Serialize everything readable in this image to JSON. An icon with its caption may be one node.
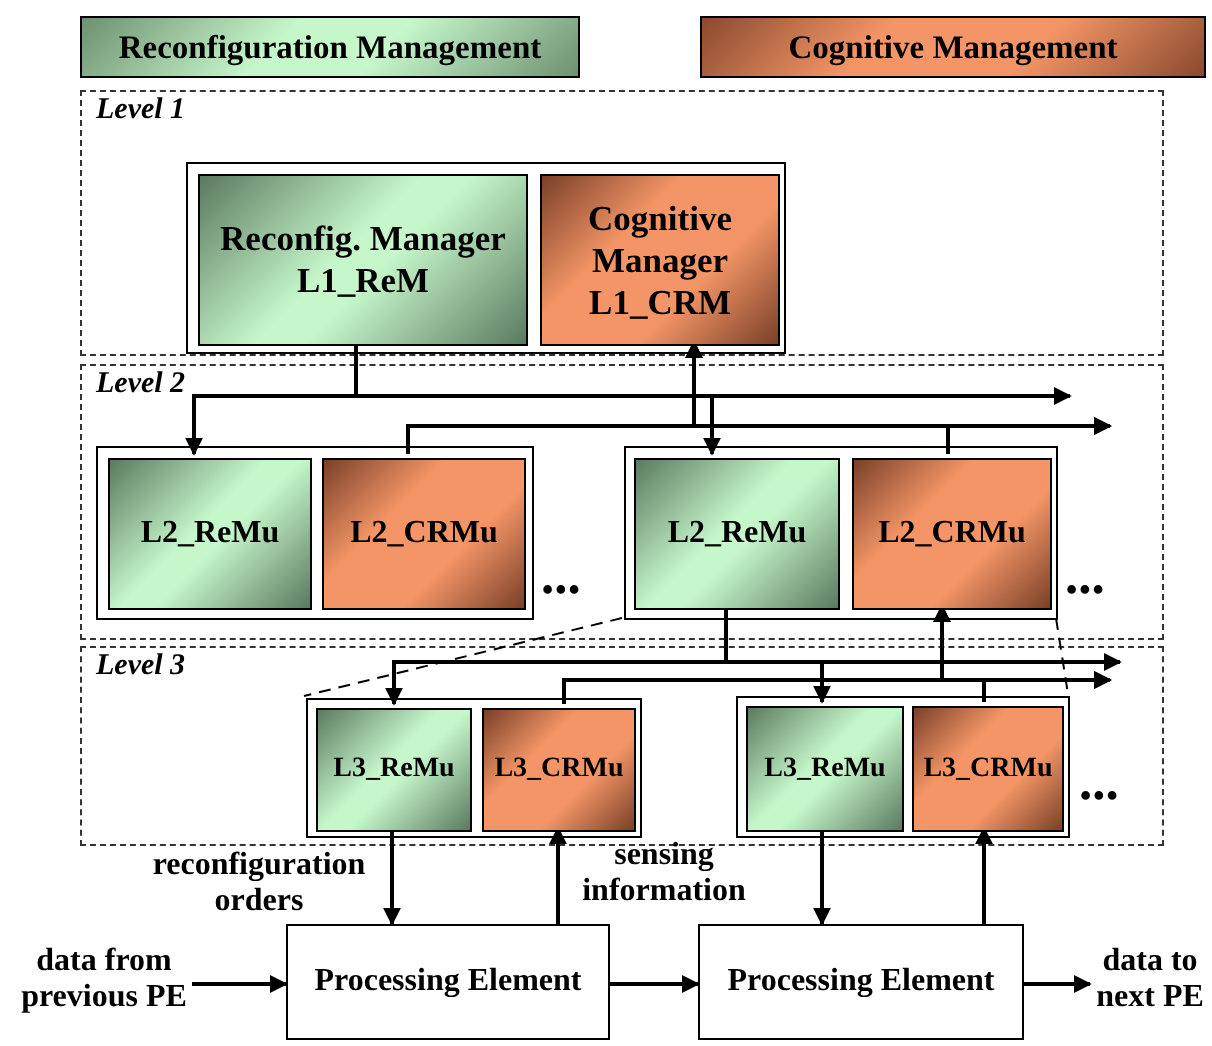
{
  "diagram": {
    "nodes": [
      {
        "text": [
          "Level 1"
        ]
      },
      {
        "text": [],
        "shape": "box",
        "in": 0
      },
      {
        "text": [
          "Reconfig. Manager L1_ReM"
        ],
        "in": 1
      },
      {
        "text": [
          "Cognitive Manager L1_CRM"
        ],
        "in": 1
      },
      {
        "text": [
          "Level 2"
        ]
      },
      {
        "text": [],
        "shape": "box",
        "in": 4
      },
      {
        "text": [
          "L2_ReMu"
        ],
        "in": 5
      },
      {
        "text": [
          "L2_CRMu"
        ],
        "in": 5
      },
      {
        "text": [],
        "shape": "box",
        "in": 4
      },
      {
        "text": [
          "L2_ReMu"
        ],
        "in": 8
      },
      {
        "text": [
          "L2_CRMu"
        ],
        "in": 8
      },
      {
        "text": [
          "Level 3"
        ]
      },
      {
        "text": [],
        "shape": "box",
        "in": 11
      },
      {
        "text": [
          "L3_ReMu"
        ],
        "in": 12
      },
      {
        "text": [
          "L3_CRMu"
        ],
        "in": 12
      },
      {
        "text": [],
        "shape": "box",
        "in": 11
      },
      {
        "text": [
          "L3_ReMu"
        ],
        "in": 15
      },
      {
        "text": [
          "L3_CRMu"
        ],
        "in": 15
      },
      {
        "text": [
          "data from previous PE"
        ]
      },
      {
        "text": [
          "Processing Element"
        ]
      },
      {
        "text": [
          "Processing Element"
        ]
      },
      {
        "text": [
          "data to next PE"
        ]
      }
    ],
    "edges": [
      {
        "from": 2,
        "to": 6,
        "arrow": "to"
      },
      {
        "from": 2,
        "to": 9,
        "arrow": "to"
      },
      {
        "from": 2,
        "to": 4,
        "arrow": "to"
      },
      {
        "from": 7,
        "to": 3,
        "arrow": "to"
      },
      {
        "from": 10,
        "to": 3,
        "arrow": "to"
      },
      {
        "from": 7,
        "to": 4,
        "arrow": "to"
      },
      {
        "from": 10,
        "to": 4,
        "arrow": "to"
      },
      {
        "from": 9,
        "to": 13,
        "arrow": "to"
      },
      {
        "from": 9,
        "to": 16,
        "arrow": "to"
      },
      {
        "from": 9,
        "to": 11,
        "arrow": "to"
      },
      {
        "from": 14,
        "to": 10,
        "arrow": "to"
      },
      {
        "from": 17,
        "to": 10,
        "arrow": "to"
      },
      {
        "from": 14,
        "to": 11,
        "arrow": "to"
      },
      {
        "from": 17,
        "to": 11,
        "arrow": "to"
      },
      {
        "from": 13,
        "to": 19,
        "arrow": "to",
        "label": "reconfiguration orders"
      },
      {
        "from": 19,
        "to": 14,
        "arrow": "to",
        "label": "sensing information"
      },
      {
        "from": 16,
        "to": 20,
        "arrow": "to"
      },
      {
        "from": 20,
        "to": 17,
        "arrow": "to"
      },
      {
        "from": 18,
        "to": 19,
        "arrow": "to"
      },
      {
        "from": 19,
        "to": 20,
        "arrow": "to"
      },
      {
        "from": 20,
        "to": 21,
        "arrow": "to"
      },
      {
        "from": 8,
        "to": 12,
        "arrow": "none",
        "style": "dashed"
      },
      {
        "from": 8,
        "to": 15,
        "arrow": "none",
        "style": "dashed"
      }
    ],
    "labels": [
      "•••",
      "•••",
      "•••"
    ],
    "legend": [
      {
        "text": "Reconfiguration Management",
        "color": "#b8ecc0"
      },
      {
        "text": "Cognitive Management",
        "color": "#f09062"
      }
    ]
  }
}
